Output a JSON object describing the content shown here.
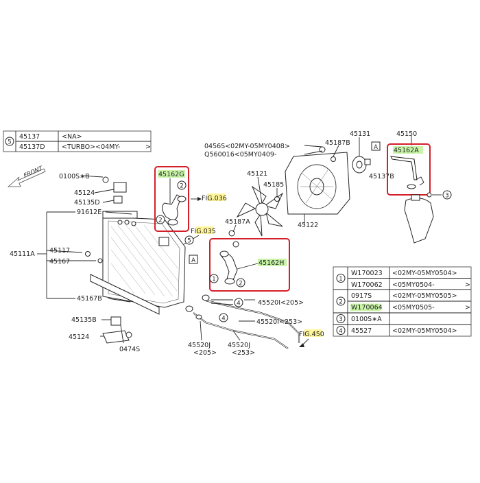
{
  "front_label": "FRONT",
  "legend_top": {
    "ref": "5",
    "rows": [
      {
        "part": "45137",
        "note": "<NA>"
      },
      {
        "part": "45137D",
        "note": "<TURBO><04MY-",
        "close": ">"
      }
    ]
  },
  "highlights": {
    "hose_upper_left": "45162G",
    "hose_lower": "45162H",
    "hose_right": "45162A"
  },
  "fig_refs": {
    "fig036": {
      "prefix": "F",
      "hl": "IG.03",
      "suffix": "6"
    },
    "fig035": {
      "prefix": "F",
      "hl": "IG.03",
      "suffix": "5"
    },
    "fig450": {
      "prefix": "F",
      "hl": "IG.45",
      "suffix": "0"
    }
  },
  "labels": {
    "l0100SB": "0100S∗B",
    "l45124a": "45124",
    "l45135Da": "45135D",
    "l91612E": "91612E",
    "l45111A": "45111A",
    "l45117": "45117",
    "l45167": "45167",
    "l45167B": "45167B",
    "l45135Bb": "45135B",
    "l45124b": "45124",
    "l0474S": "0474S",
    "l0456S": "0456S<02MY-05MY0408>",
    "lQ560016": "Q560016<05MY0409-",
    "l45121": "45121",
    "l45185": "45185",
    "l45187B": "45187B",
    "l45131": "45131",
    "l45150": "45150",
    "l45137B": "45137B",
    "l45122": "45122",
    "l45187A": "45187A",
    "l45520I205": "45520I<205>",
    "l45520I253": "45520I<253>",
    "l45520Ja": "45520J",
    "l205": "<205>",
    "l45520Jb": "45520J",
    "l253": "<253>",
    "boxA1": "A",
    "boxA2": "A"
  },
  "callouts": {
    "c1": "1",
    "c2": "2",
    "c3": "3",
    "c4": "4",
    "c5": "5"
  },
  "legend_bottom": [
    {
      "ref": "1",
      "rows": [
        {
          "part": "W170023",
          "note": "<02MY-05MY0504>"
        },
        {
          "part": "W170062",
          "note": "<05MY0504-",
          "close": ">"
        }
      ]
    },
    {
      "ref": "2",
      "rows": [
        {
          "part": "0917S",
          "note": "<02MY-05MY0505>"
        },
        {
          "part_hl": "W17006",
          "part_rest": "4",
          "note": "<05MY0505-",
          "close": ">"
        }
      ]
    },
    {
      "ref": "3",
      "rows": [
        {
          "part": "0100S∗A",
          "note": ""
        }
      ]
    },
    {
      "ref": "4",
      "rows": [
        {
          "part": "45527",
          "note": "<02MY-05MY0504>"
        }
      ]
    }
  ],
  "colors": {
    "highlight_box": "#d31f2a",
    "highlight_green": "#c8f5a8",
    "highlight_yellow": "#fff59a"
  }
}
